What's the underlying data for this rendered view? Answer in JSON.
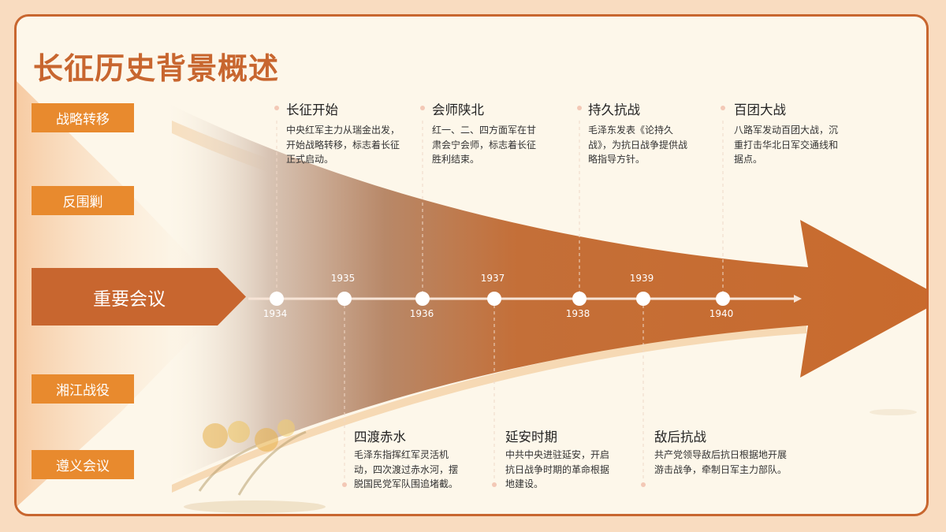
{
  "title": "长征历史背景概述",
  "side_labels": [
    "战略转移",
    "反围剿",
    "湘江战役",
    "遵义会议"
  ],
  "main_label": "重要会议",
  "years": [
    "1934",
    "1935",
    "1936",
    "1937",
    "1938",
    "1939",
    "1940"
  ],
  "events_top": [
    {
      "title": "长征开始",
      "desc": "中央红军主力从瑞金出发，开始战略转移，标志着长征正式启动。"
    },
    {
      "title": "会师陕北",
      "desc": "红一、二、四方面军在甘肃会宁会师，标志着长征胜利结束。"
    },
    {
      "title": "持久抗战",
      "desc": "毛泽东发表《论持久战》，为抗日战争提供战略指导方针。"
    },
    {
      "title": "百团大战",
      "desc": "八路军发动百团大战，沉重打击华北日军交通线和据点。"
    }
  ],
  "events_bottom": [
    {
      "title": "四渡赤水",
      "desc": "毛泽东指挥红军灵活机动，四次渡过赤水河，摆脱国民党军队围追堵截。"
    },
    {
      "title": "延安时期",
      "desc": "中共中央进驻延安，开启抗日战争时期的革命根据地建设。"
    },
    {
      "title": "敌后抗战",
      "desc": "共产党领导敌后抗日根据地开展游击战争，牵制日军主力部队。"
    }
  ],
  "colors": {
    "accent": "#c8662f",
    "label_bg": "#e88a2e",
    "arrow": "#c96a2c",
    "background": "#fdf7ea"
  }
}
